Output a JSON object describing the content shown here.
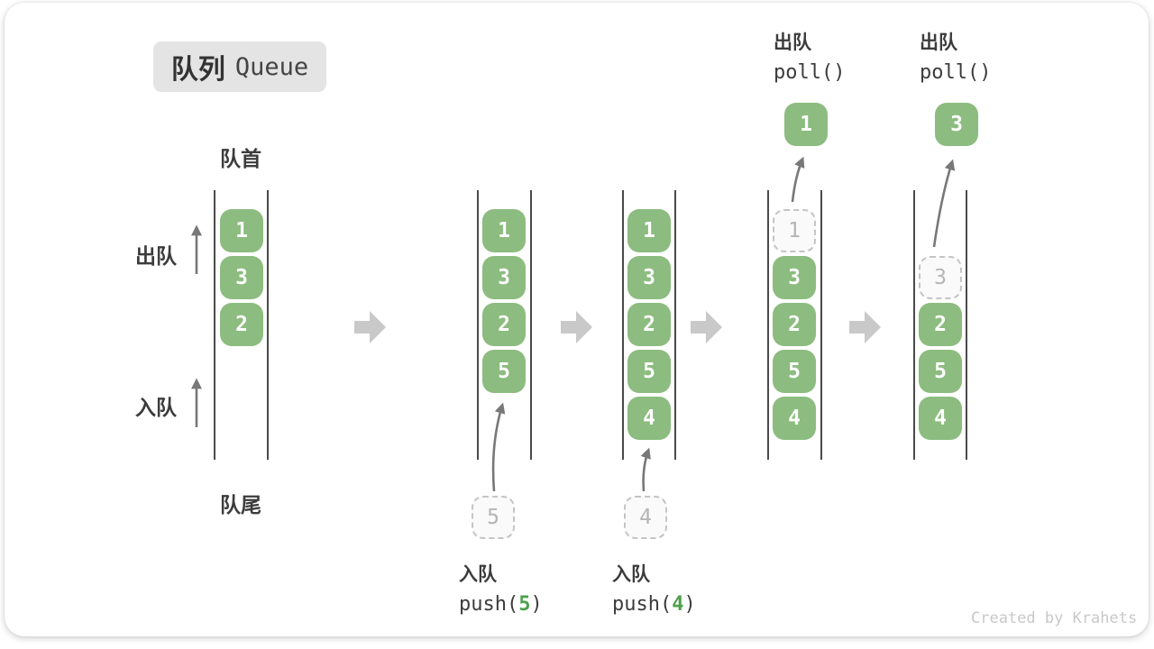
{
  "title": {
    "zh": "队列",
    "en": "Queue"
  },
  "side_labels": {
    "front": "队首",
    "rear": "队尾",
    "dequeue": "出队",
    "enqueue": "入队"
  },
  "states": [
    {
      "name": "initial",
      "cells": [
        "1",
        "3",
        "2"
      ]
    },
    {
      "name": "after-push-5",
      "cells": [
        "1",
        "3",
        "2",
        "5"
      ],
      "staged": "5"
    },
    {
      "name": "after-push-4",
      "cells": [
        "1",
        "3",
        "2",
        "5",
        "4"
      ],
      "staged": "4"
    },
    {
      "name": "poll-first",
      "ghost": "1",
      "cells": [
        "3",
        "2",
        "5",
        "4"
      ],
      "out": "1"
    },
    {
      "name": "poll-second",
      "ghost": "3",
      "cells": [
        "2",
        "5",
        "4"
      ],
      "out": "3"
    }
  ],
  "operations": {
    "enqueue5": {
      "label": "入队",
      "fn": "push(",
      "arg": "5",
      "end": ")"
    },
    "enqueue4": {
      "label": "入队",
      "fn": "push(",
      "arg": "4",
      "end": ")"
    },
    "dequeue1": {
      "label": "出队",
      "fn": "poll()"
    },
    "dequeue3": {
      "label": "出队",
      "fn": "poll()"
    }
  },
  "watermark": "Created by Krahets",
  "colors": {
    "green": "#8cbc7f",
    "green_digit": "#4fa14d",
    "rail": "#4a4a4a",
    "thin_arrow": "#787878",
    "block_arrow": "#c9c9c9",
    "ghost_border": "#c4c4c4",
    "ghost_text": "#b5b5b5",
    "badge_bg": "#e4e4e4",
    "text": "#3c3c3c",
    "watermark": "#c8c8c8"
  }
}
